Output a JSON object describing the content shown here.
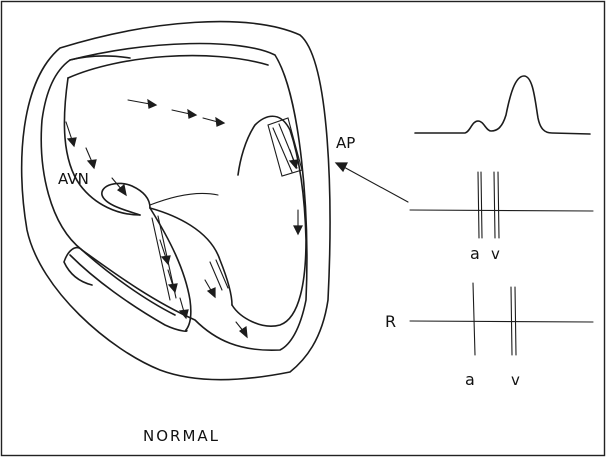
{
  "figure": {
    "labels": {
      "avn": "AVN",
      "ap": "AP",
      "trace_r": "R",
      "upper_a": "a",
      "upper_v": "v",
      "lower_a": "a",
      "lower_v": "v",
      "caption": "NORMAL"
    },
    "colors": {
      "ink": "#1c1c1c",
      "background": "#ffffff"
    }
  }
}
